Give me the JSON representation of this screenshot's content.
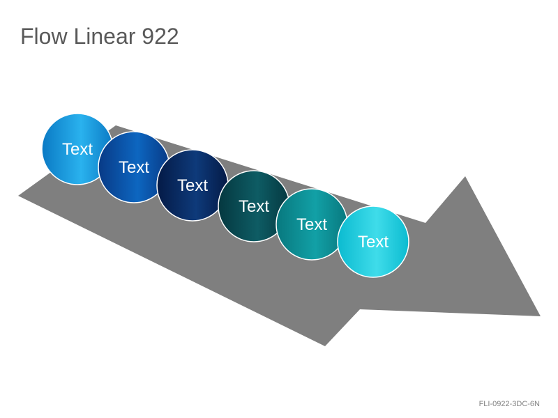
{
  "slide": {
    "title": "Flow Linear 922",
    "footer_code": "FLI-0922-3DC-6N"
  },
  "arrow": {
    "color": "#7f7f7f"
  },
  "steps": [
    {
      "label": "Text",
      "color_light": "#2ab2ee",
      "color_dark": "#0a79c4"
    },
    {
      "label": "Text",
      "color_light": "#0d66c0",
      "color_dark": "#083a86"
    },
    {
      "label": "Text",
      "color_light": "#0e3a7a",
      "color_dark": "#041a46"
    },
    {
      "label": "Text",
      "color_light": "#0e5c64",
      "color_dark": "#053840"
    },
    {
      "label": "Text",
      "color_light": "#12a0a6",
      "color_dark": "#08787e"
    },
    {
      "label": "Text",
      "color_light": "#3fdcea",
      "color_dark": "#0bbbd0"
    }
  ]
}
